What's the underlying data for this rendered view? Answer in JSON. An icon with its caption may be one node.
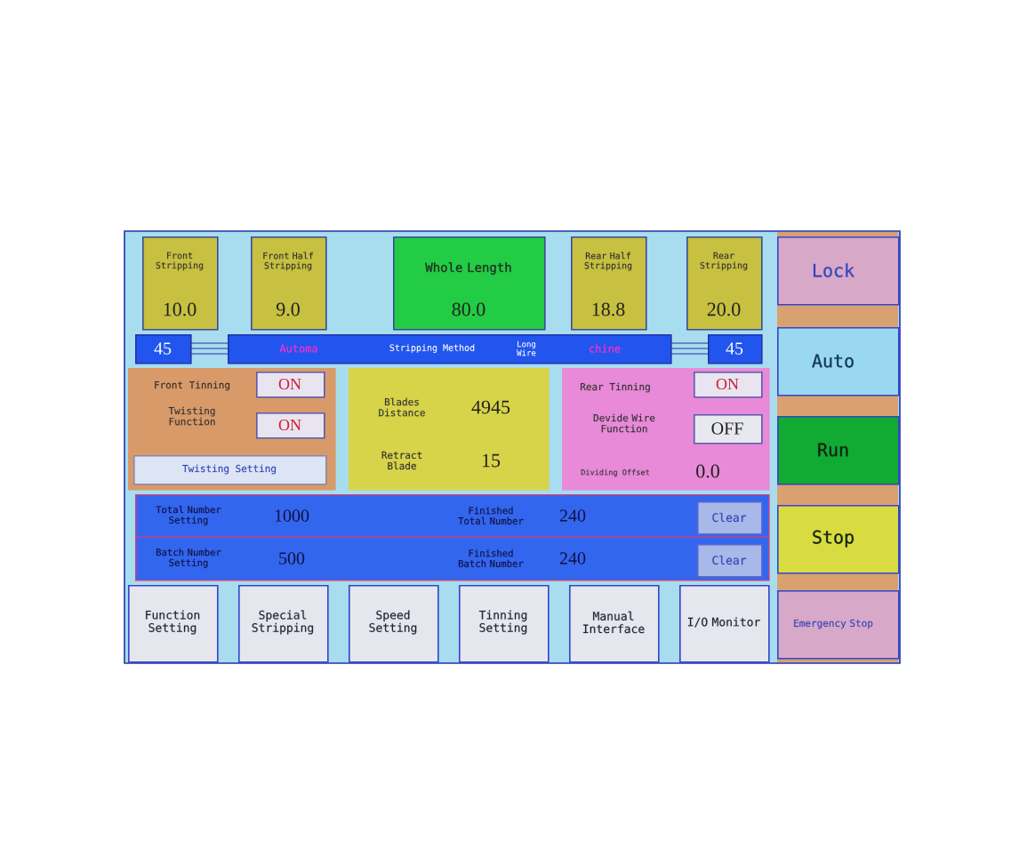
{
  "diagram": {
    "nodes": [
      {
        "text": [
          "Front Stripping",
          "10.0"
        ]
      },
      {
        "text": [
          "Front Half Stripping",
          "9.0"
        ]
      },
      {
        "text": [
          "Whole Length",
          "80.0"
        ]
      },
      {
        "text": [
          "Rear Half Stripping",
          "18.8"
        ]
      },
      {
        "text": [
          "Rear Stripping",
          "20.0"
        ]
      },
      {
        "text": [
          "45"
        ]
      },
      {
        "text": [
          "Automa",
          "Stripping Method",
          "Long Wire",
          "chine"
        ]
      },
      {
        "text": [
          "45"
        ]
      },
      {
        "text": [
          "Front Tinning",
          "Twisting Function"
        ]
      },
      {
        "text": [
          "ON"
        ],
        "in": 8
      },
      {
        "text": [
          "ON"
        ],
        "in": 8
      },
      {
        "text": [
          "Twisting Setting"
        ],
        "in": 8
      },
      {
        "text": [
          "Blades Distance",
          "4945",
          "Retract Blade",
          "15"
        ]
      },
      {
        "text": [
          "Rear Tinning",
          "Devide Wire Function",
          "Dividing Offset",
          "0.0"
        ]
      },
      {
        "text": [
          "ON"
        ],
        "in": 13
      },
      {
        "text": [
          "OFF"
        ],
        "in": 13
      },
      {
        "text": [
          "Total Number Setting",
          "1000",
          "Finished Total Number",
          "240",
          "Batch Number Setting",
          "500",
          "Finished Batch Number",
          "240"
        ]
      },
      {
        "text": [
          "Clear"
        ],
        "in": 16
      },
      {
        "text": [
          "Clear"
        ],
        "in": 16
      },
      {
        "text": [
          "Function Setting"
        ]
      },
      {
        "text": [
          "Special Stripping"
        ]
      },
      {
        "text": [
          "Speed Setting"
        ]
      },
      {
        "text": [
          "Tinning Setting"
        ]
      },
      {
        "text": [
          "Manual Interface"
        ]
      },
      {
        "text": [
          "I/O Monitor"
        ]
      },
      {
        "text": [
          "Lock"
        ]
      },
      {
        "text": [
          "Auto"
        ]
      },
      {
        "text": [
          "Run"
        ]
      },
      {
        "text": [
          "Stop"
        ]
      },
      {
        "text": [
          "Emergency Stop"
        ]
      }
    ]
  }
}
